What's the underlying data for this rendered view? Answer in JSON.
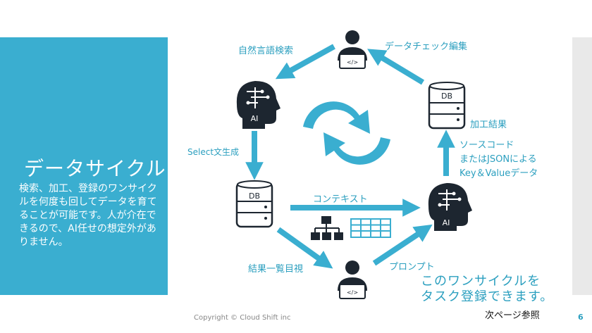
{
  "slide": {
    "title": "データサイクル",
    "description": "検索、加工、登録のワンサイクルを何度も回してデータを育てることが可能です。人が介在できるので、AI任せの想定外がありません。",
    "page_number": "6"
  },
  "diagram": {
    "labels": {
      "natural_language_search": "自然言語検索",
      "data_check_edit": "データチェック編集",
      "select_generation": "Select文生成",
      "processed_result": "加工結果",
      "source_code": "ソースコード",
      "json": "またはJSONによる",
      "keyvalue": "Key＆Valueデータ",
      "context": "コンテキスト",
      "result_review": "結果一覧目視",
      "prompt": "プロンプト"
    },
    "node_labels": {
      "ai_top_left": "AI",
      "ai_right": "AI",
      "db_top_right": "DB",
      "db_left": "DB",
      "code_top": "</>",
      "code_bottom": "</>"
    }
  },
  "callout": {
    "line1": "このワンサイクルを",
    "line2": "タスク登録できます。"
  },
  "next_page_ref": "次ページ参照",
  "footer": {
    "copyright": "Copyright © Cloud Shift inc"
  },
  "colors": {
    "accent": "#3aaed0",
    "icon_dark": "#1d2630",
    "text_teal": "#2b9fbf"
  }
}
